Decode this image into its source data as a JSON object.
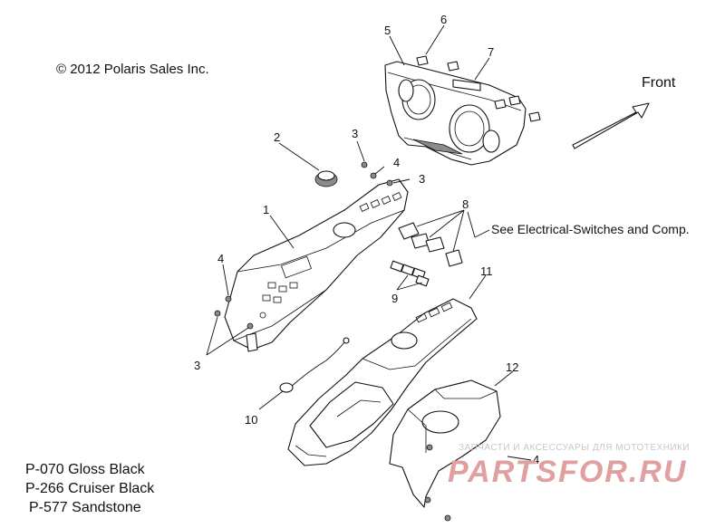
{
  "diagram": {
    "copyright": "© 2012 Polaris Sales Inc.",
    "direction_label": "Front",
    "note": "See Electrical-Switches and Comp.",
    "callouts": [
      "1",
      "2",
      "3",
      "3",
      "3",
      "4",
      "4",
      "4",
      "5",
      "6",
      "7",
      "8",
      "9",
      "10",
      "11",
      "12"
    ],
    "color_codes": [
      "P-070  Gloss Black",
      "P-266  Cruiser Black",
      "P-577  Sandstone"
    ]
  },
  "watermark": {
    "caption": "ЗАПЧАСТИ И АКСЕССУАРЫ ДЛЯ МОТОТЕХНИКИ",
    "logo_text": "PARTSFOR.RU",
    "color": "#e0a0a0"
  }
}
